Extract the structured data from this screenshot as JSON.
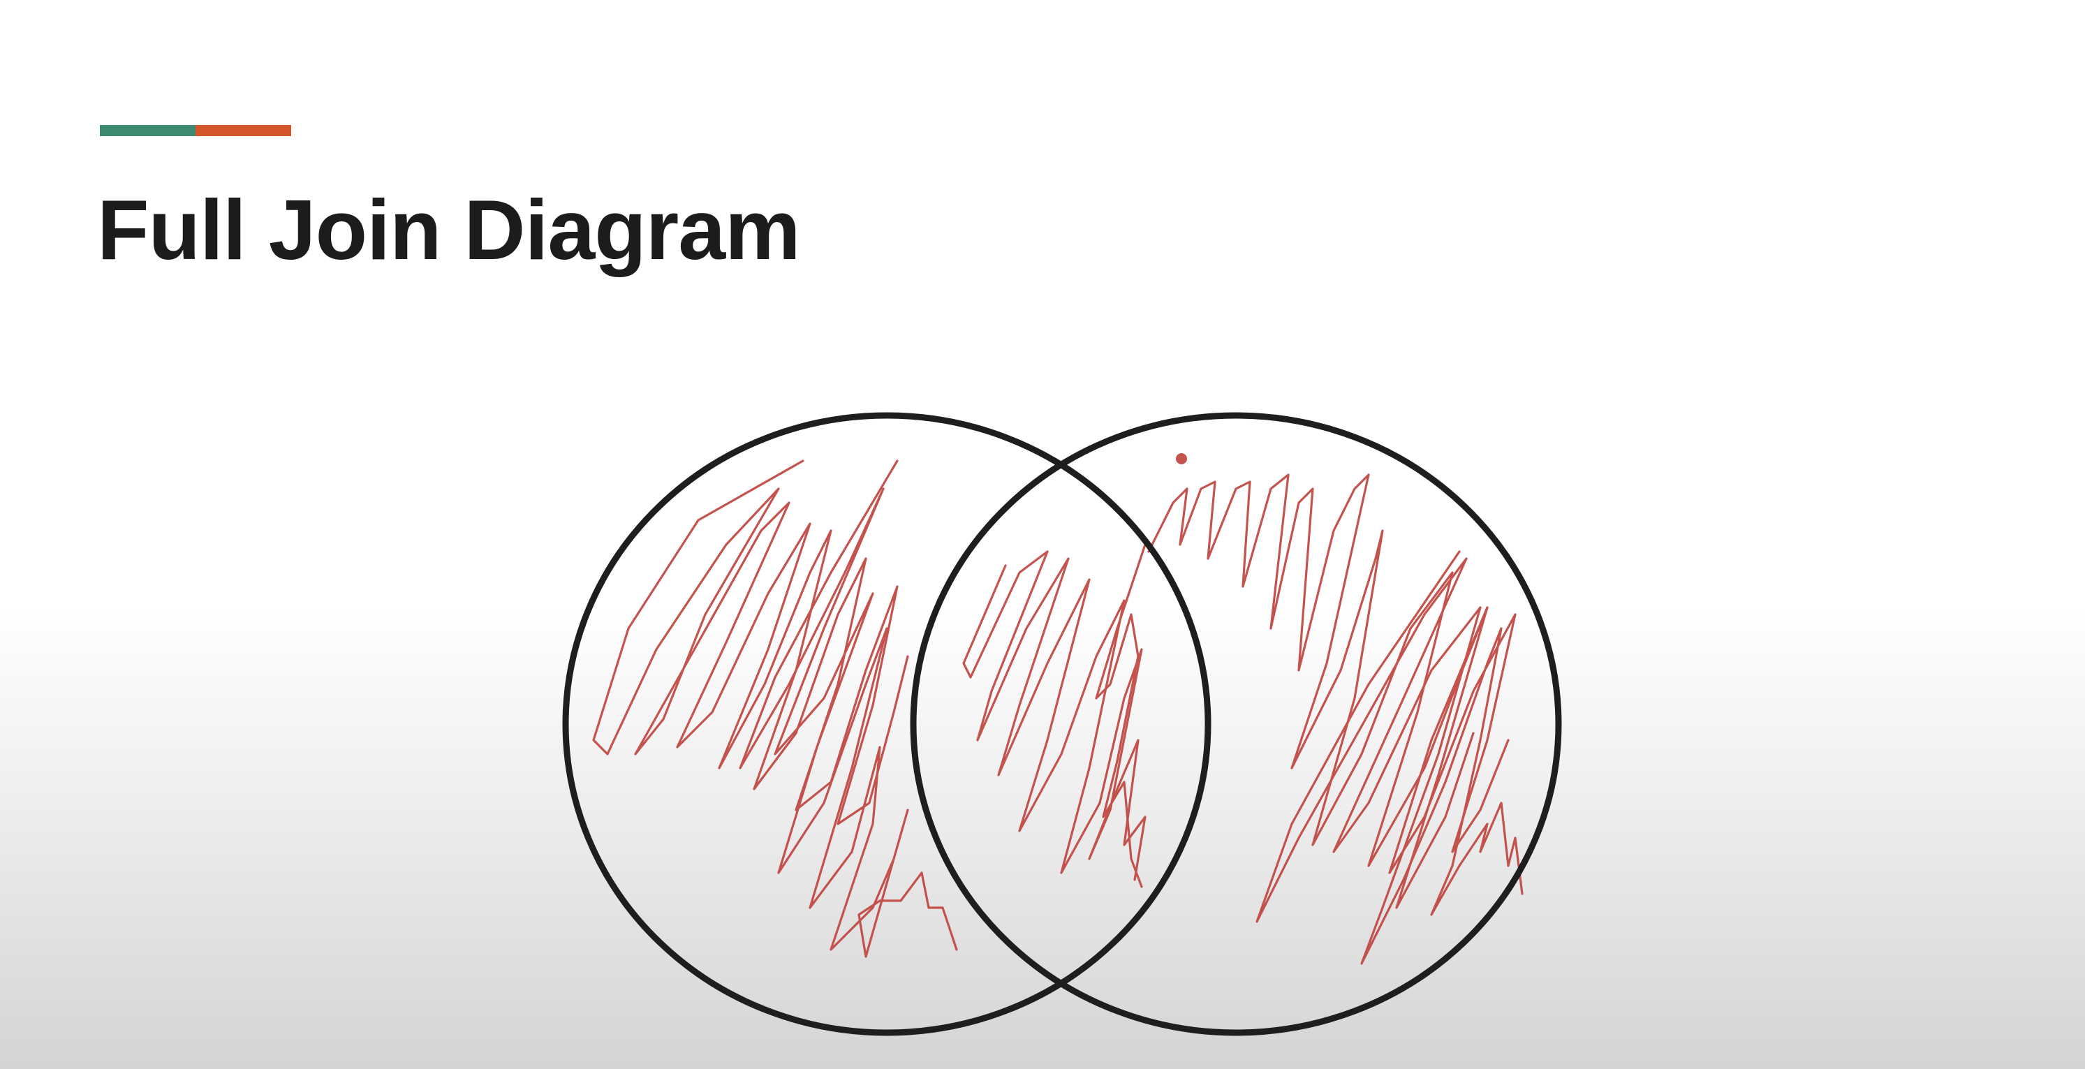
{
  "slide": {
    "title": "Full Join Diagram",
    "accent_colors": [
      "#3f8a73",
      "#d4552a"
    ]
  },
  "diagram": {
    "type": "venn",
    "sets": 2,
    "highlighted_regions": [
      "left-only",
      "intersection",
      "right-only"
    ],
    "outline_color": "#1e1e1e",
    "annotation_color": "#c0453f",
    "annotation_style": "hand-drawn scribble shading"
  }
}
